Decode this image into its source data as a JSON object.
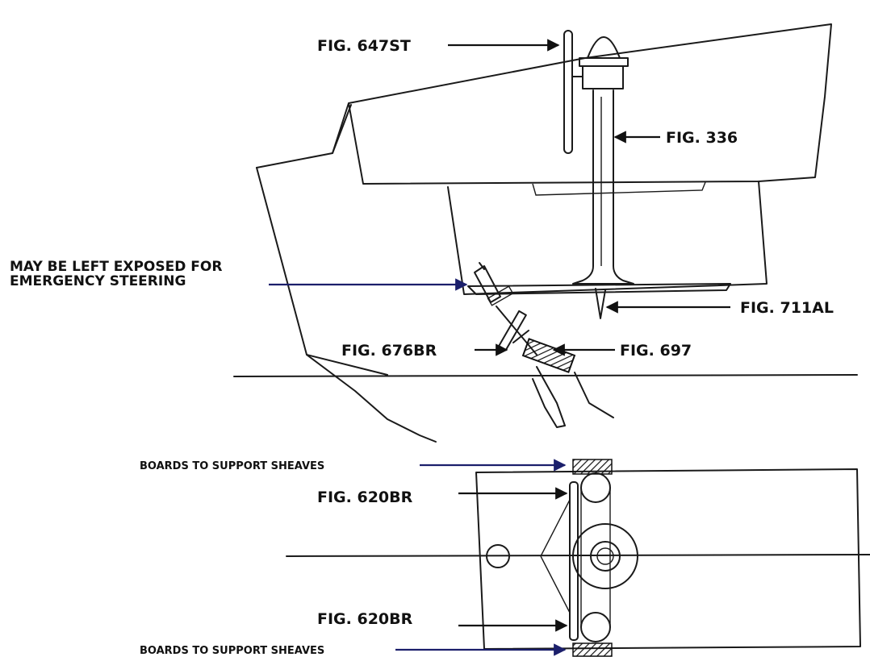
{
  "labels": {
    "fig_647st": "FIG. 647ST",
    "fig_336": "FIG. 336",
    "exposed_line1": "MAY BE LEFT EXPOSED FOR",
    "exposed_line2": "EMERGENCY STEERING",
    "fig_711al": "FIG. 711AL",
    "fig_676br": "FIG. 676BR",
    "fig_697": "FIG. 697",
    "boards_top": "BOARDS TO SUPPORT SHEAVES",
    "fig_620br_top": "FIG. 620BR",
    "fig_620br_bottom": "FIG. 620BR",
    "boards_bottom": "BOARDS TO SUPPORT SHEAVES"
  },
  "colors": {
    "ink": "#1a1a1a",
    "arrow_black": "#111111",
    "arrow_navy": "#1b1f6b"
  }
}
